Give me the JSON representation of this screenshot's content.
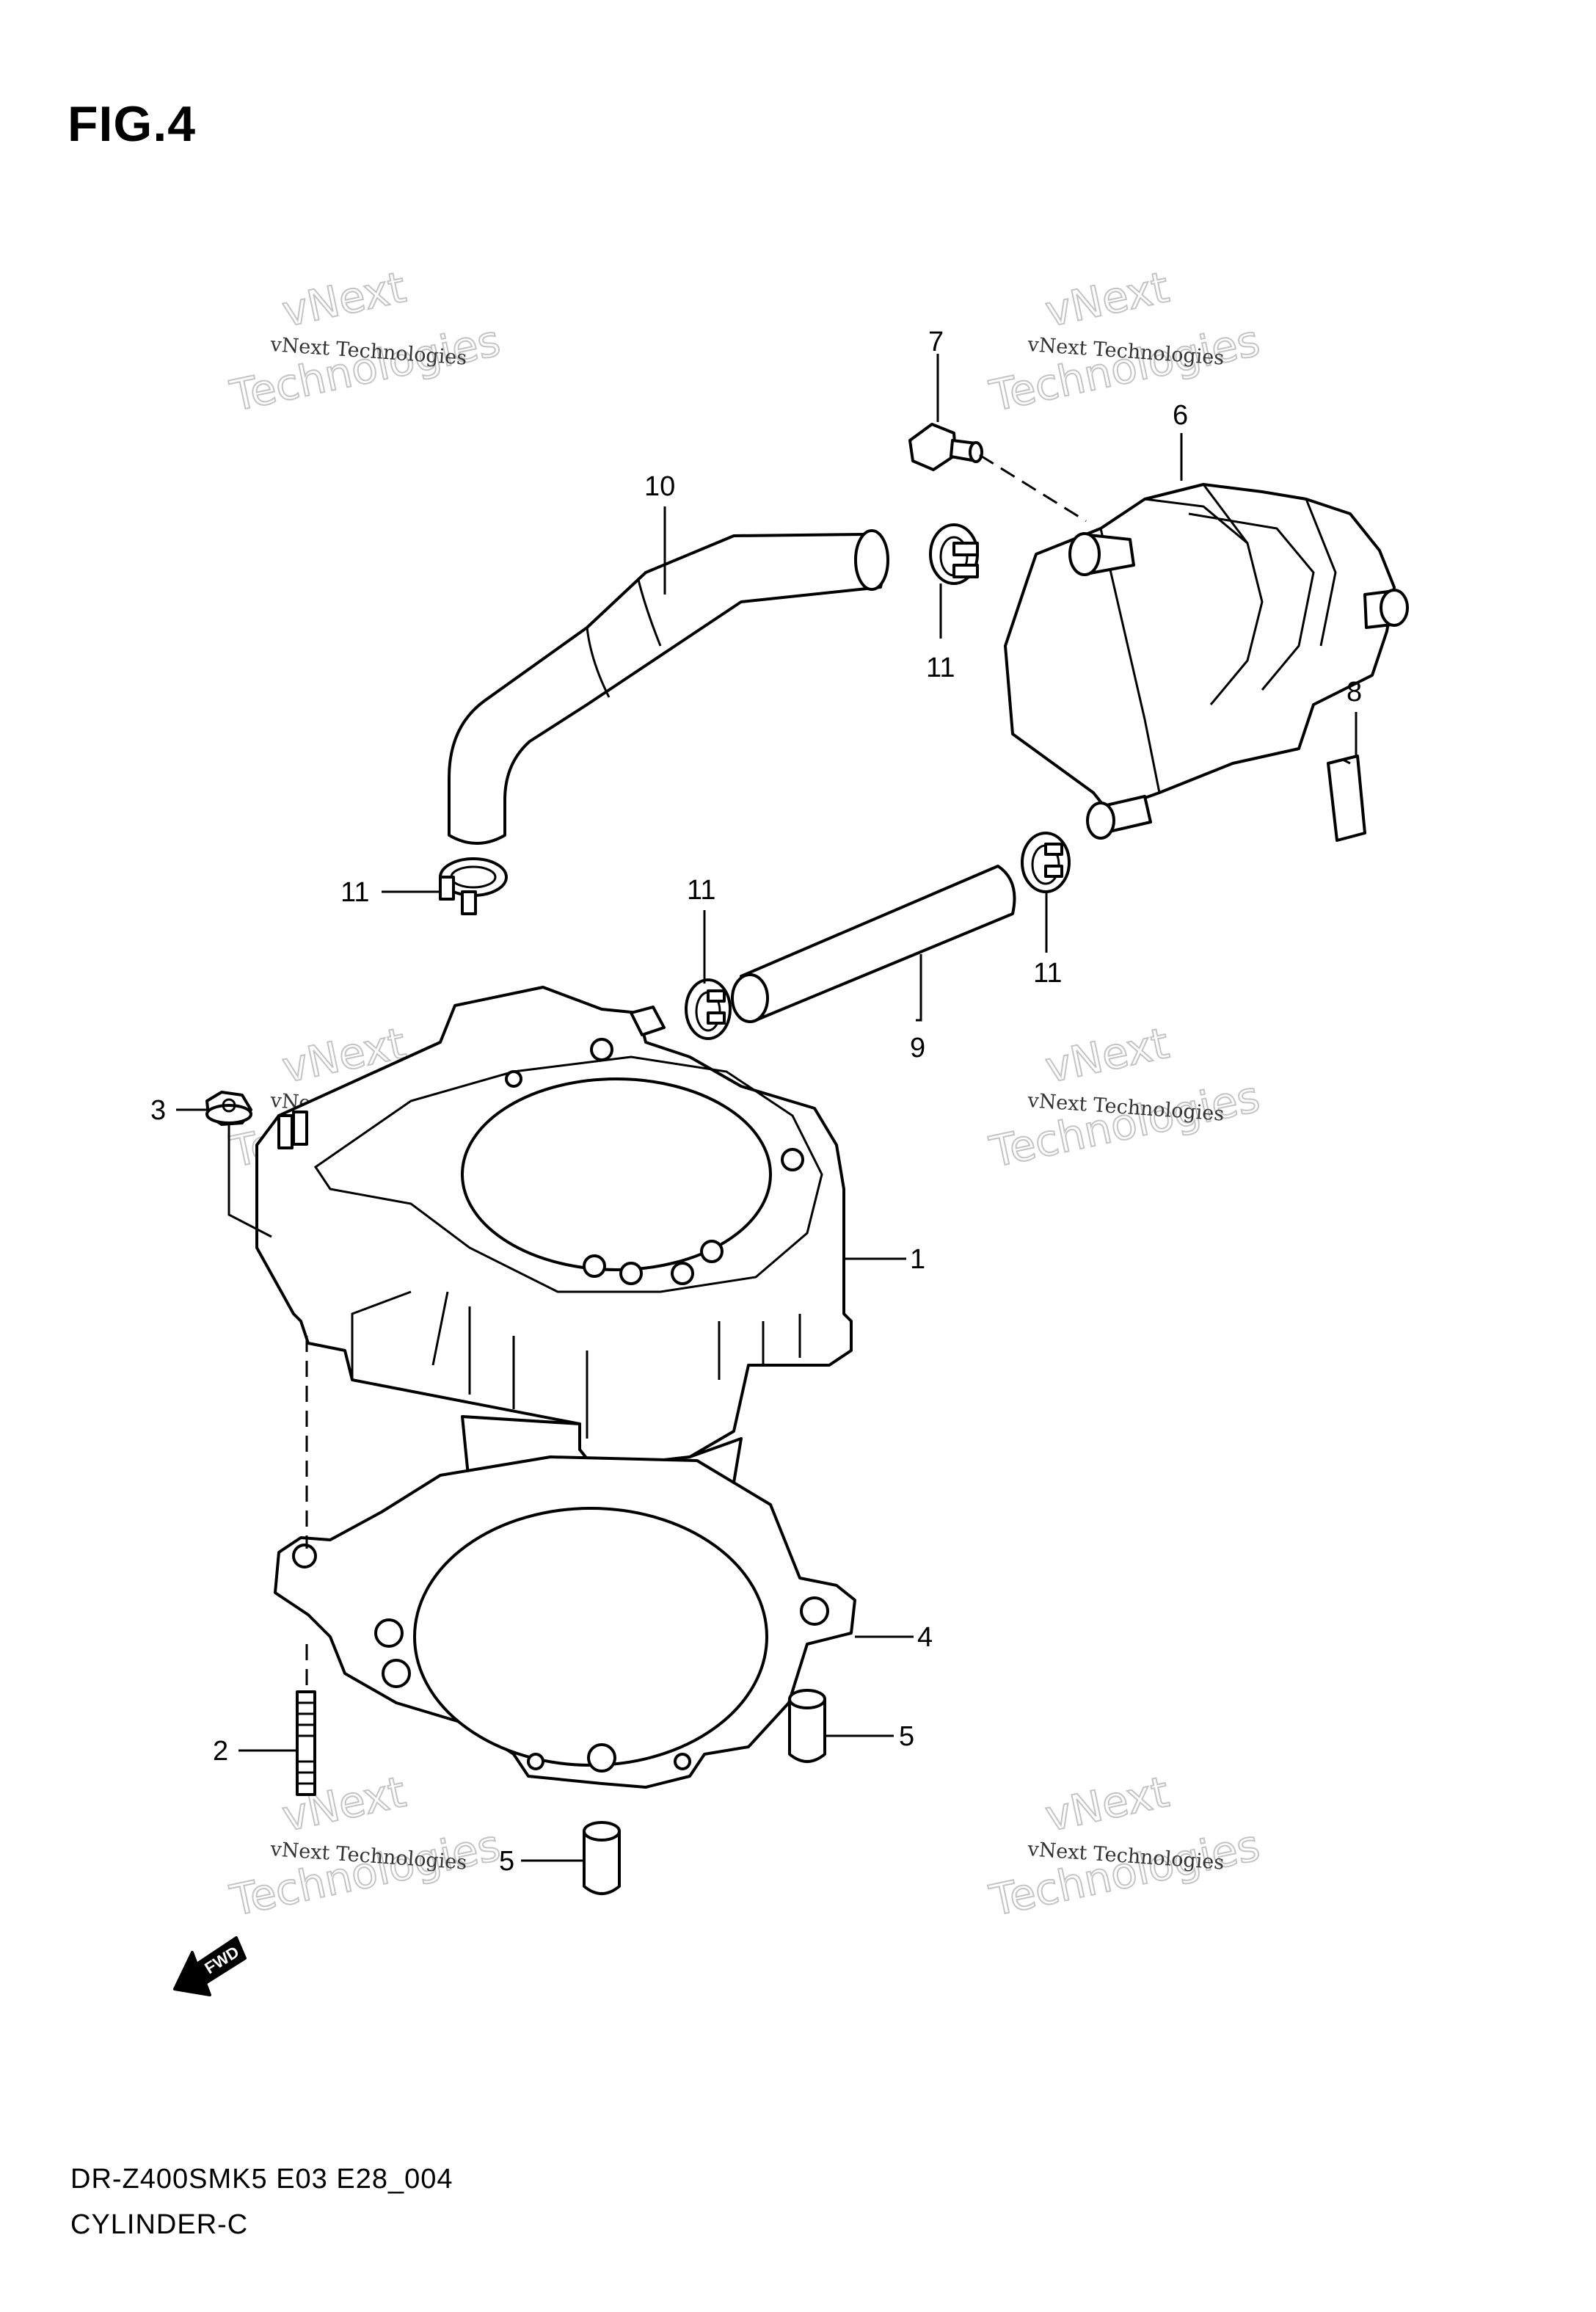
{
  "figure_title": "FIG.4",
  "footer": {
    "code": "DR-Z400SMK5 E03 E28_004",
    "name": "CYLINDER-C"
  },
  "watermark": {
    "line1": "vNext Technologies",
    "line2": "vNext",
    "line3": "Technologies"
  },
  "fwd_label": "FWD",
  "callouts": {
    "c1": "1",
    "c2": "2",
    "c3": "3",
    "c4": "4",
    "c5a": "5",
    "c5b": "5",
    "c6": "6",
    "c7": "7",
    "c8": "8",
    "c9": "9",
    "c10": "10",
    "c11a": "11",
    "c11b": "11",
    "c11c": "11",
    "c11d": "11"
  }
}
